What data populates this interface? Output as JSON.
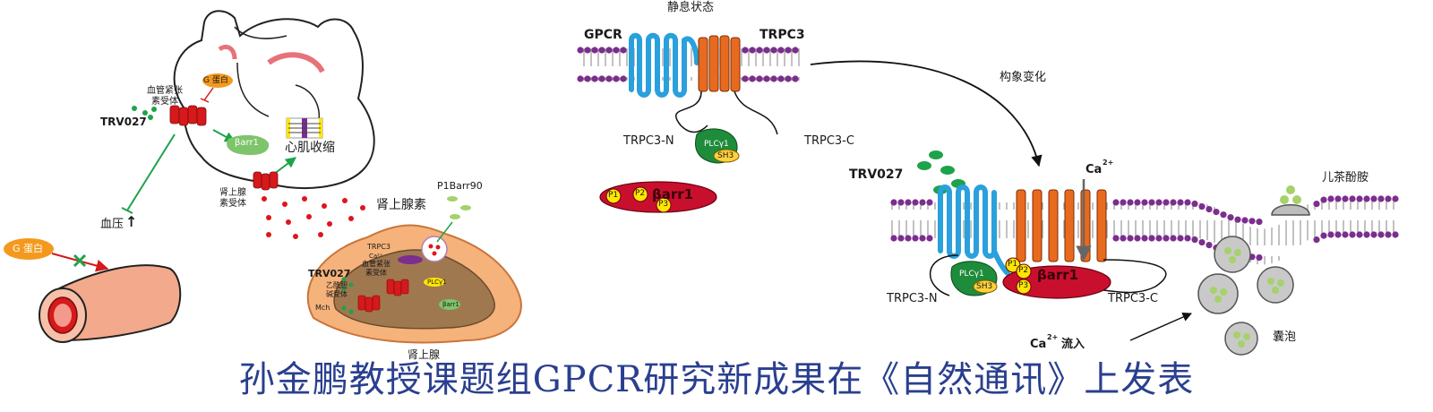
{
  "left_panel": {
    "g_protein_heart": "G 蛋白",
    "angiotensin_receptor": "血管紧张\n素受体",
    "trv027_heart": "TRV027",
    "barr1_heart": "βarr1",
    "myocardial_contraction": "心肌收缩",
    "adrenergic_receptor": "肾上腺\n素受体",
    "blood_pressure": "血压",
    "blood_pressure_arrow": "↑",
    "adrenaline": "肾上腺素",
    "g_protein_vessel": "G 蛋白",
    "p1barr90": "P1Barr90",
    "trpc3_small": "TRPC3",
    "ca_small": "Ca²⁺",
    "angiotensin_receptor_adrenal": "血管紧张\n素受体",
    "trv027_adrenal": "TRV027",
    "acetylcholine_receptor": "乙酰胆\n碱受体",
    "mch": "Mch",
    "plcg1_small": "PLCγ1",
    "barr1_small": "βarr1",
    "adrenal_gland": "肾上腺"
  },
  "middle_panel": {
    "resting_state": "静息状态",
    "gpcr": "GPCR",
    "trpc3": "TRPC3",
    "trpc3_n": "TRPC3-N",
    "trpc3_c": "TRPC3-C",
    "plcg1": "PLCγ1",
    "sh3": "SH3",
    "p1": "P1",
    "p2": "P2",
    "p3": "P3",
    "barr1": "βarr1"
  },
  "right_panel": {
    "conformational_change": "构象变化",
    "trv027": "TRV027",
    "ca": "Ca",
    "ca_sup": "2+",
    "catecholamine": "儿茶酚胺",
    "trpc3_n": "TRPC3-N",
    "trpc3_c": "TRPC3-C",
    "plcg1": "PLCγ1",
    "sh3": "SH3",
    "p1": "P1",
    "p2": "P2",
    "p3": "P3",
    "barr1": "βarr1",
    "ca_influx_ca": "Ca",
    "ca_influx_sup": "2+",
    "ca_influx_text": "流入",
    "vesicle": "囊泡"
  },
  "caption": "孙金鹏教授课题组GPCR研究新成果在《自然通讯》上发表",
  "colors": {
    "membrane_head": "#7b2e8e",
    "gpcr_helix": "#2aa0dc",
    "trpc3_channel": "#e86a1e",
    "receptor_red": "#d6191b",
    "plcg1_green": "#1e8c3a",
    "barr1_red": "#c8102e",
    "p_label_yellow": "#ffe600",
    "caption_blue": "#2a3f8f",
    "dots_red": "#e0141e",
    "dots_green": "#1ea24a"
  },
  "icons": [
    "heart-illustration",
    "blood-vessel-icon",
    "adrenal-gland-illustration",
    "gpcr-helix",
    "trpc3-channel",
    "vesicle-icon"
  ]
}
